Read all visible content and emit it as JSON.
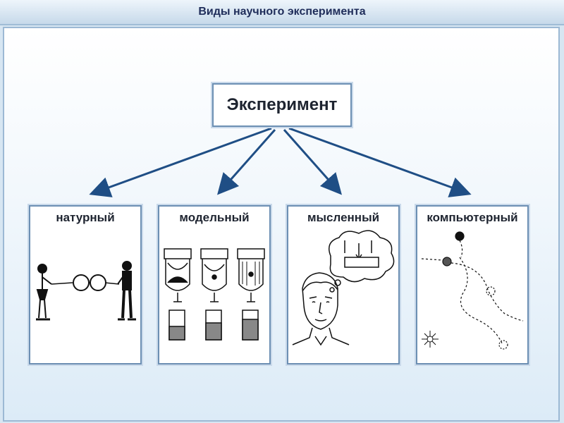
{
  "header": {
    "title": "Виды научного эксперимента"
  },
  "root": {
    "label": "Эксперимент"
  },
  "cards": [
    {
      "label": "натурный"
    },
    {
      "label": "модельный"
    },
    {
      "label": "мысленный"
    },
    {
      "label": "компьютерный"
    }
  ],
  "colors": {
    "arrow": "#1f4e85",
    "border": "#6c8fb3",
    "background": "#d7e6f2"
  }
}
